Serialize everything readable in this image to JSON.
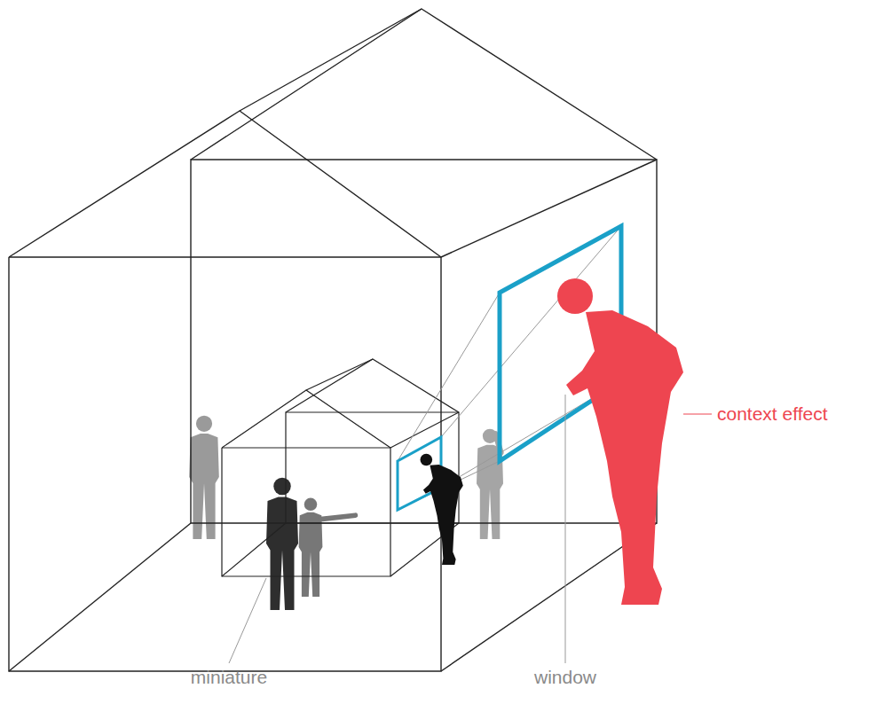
{
  "diagram": {
    "labels": [
      "context effect",
      "miniature",
      "window"
    ]
  }
}
